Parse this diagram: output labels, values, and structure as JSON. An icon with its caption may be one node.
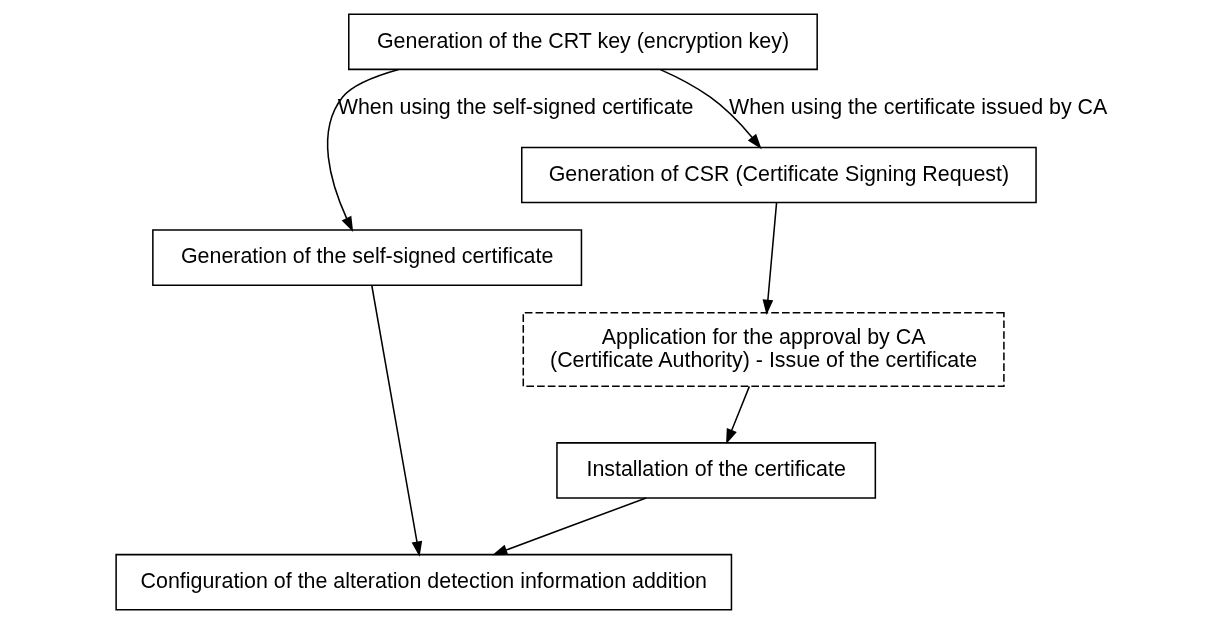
{
  "diagram": {
    "nodes": [
      {
        "text": [
          "Generation of the CRT key (encryption key)"
        ]
      },
      {
        "text": [
          "Generation of the self-signed certificate"
        ]
      },
      {
        "text": [
          "Generation of CSR (Certificate Signing Request)"
        ]
      },
      {
        "text": [
          "Application for the approval by CA (Certificate Authority) - Issue of the certificate"
        ]
      },
      {
        "text": [
          "Installation of the certificate"
        ]
      },
      {
        "text": [
          "Configuration of the alteration detection information addition"
        ]
      }
    ],
    "edges": [
      {
        "from": 0,
        "to": 1,
        "arrow": "to",
        "label": "When using the self-signed certificate"
      },
      {
        "from": 0,
        "to": 2,
        "arrow": "to",
        "label": "When using the certificate issued by CA"
      },
      {
        "from": 2,
        "to": 3,
        "arrow": "to"
      },
      {
        "from": 3,
        "to": 4,
        "arrow": "to"
      },
      {
        "from": 1,
        "to": 5,
        "arrow": "to"
      },
      {
        "from": 4,
        "to": 5,
        "arrow": "to"
      }
    ]
  }
}
